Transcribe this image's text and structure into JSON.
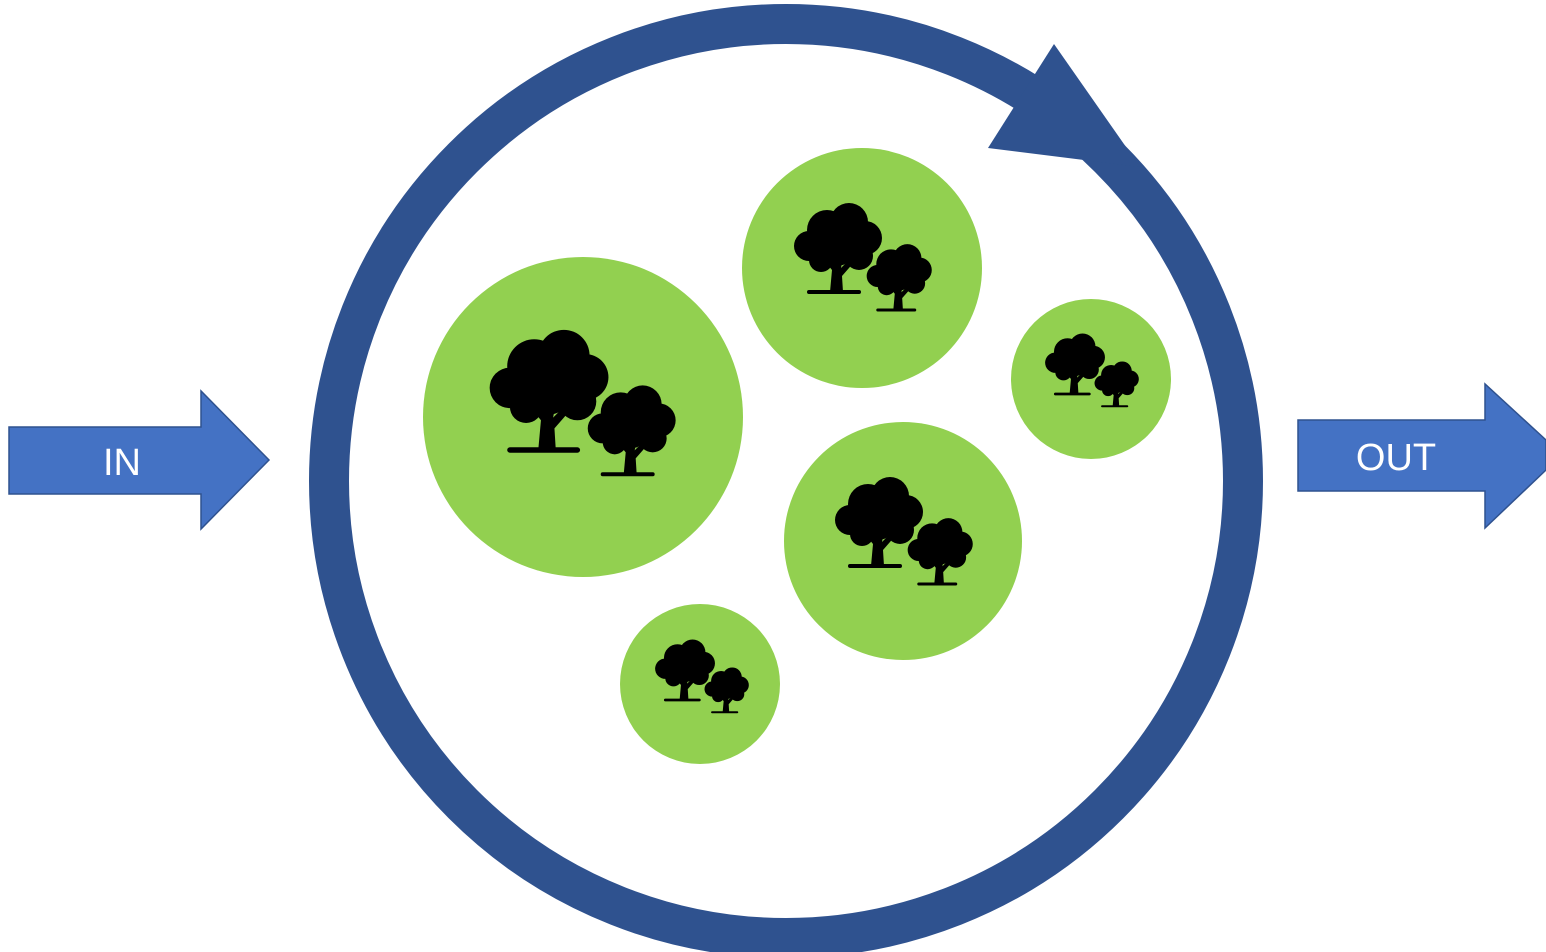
{
  "diagram": {
    "input_arrow": {
      "label": "IN"
    },
    "output_arrow": {
      "label": "OUT"
    },
    "cycle_ring": {
      "icon": "circular-arrow-icon"
    },
    "patches": [
      {
        "id": "patch-1",
        "icon": "trees-icon"
      },
      {
        "id": "patch-2",
        "icon": "trees-icon"
      },
      {
        "id": "patch-3",
        "icon": "trees-icon"
      },
      {
        "id": "patch-4",
        "icon": "trees-icon"
      },
      {
        "id": "patch-5",
        "icon": "trees-icon"
      }
    ]
  },
  "colors": {
    "ring": "#2f528f",
    "arrow_fill": "#4472c4",
    "arrow_stroke": "#2f528f",
    "patch": "#92d050",
    "tree": "#000000",
    "arrow_text": "#ffffff",
    "background": "#ffffff"
  }
}
